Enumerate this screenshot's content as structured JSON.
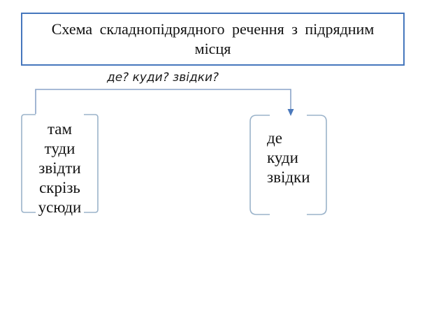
{
  "slide": {
    "title": {
      "line1": "Схема складнопідрядного речення з підрядним",
      "line2": "місця"
    },
    "question_label": "де? куди? звідки?",
    "left_box": {
      "words": [
        "там",
        "туди",
        "звідти",
        "скрізь",
        "усюди"
      ]
    },
    "right_box": {
      "words": [
        "де",
        "куди",
        "звідки"
      ]
    },
    "colors": {
      "title_border": "#4677bd",
      "connector_line": "#8aa4c8",
      "arrowhead": "#4b79bb",
      "bracket": "#9bb3ca",
      "text": "#141414"
    }
  }
}
